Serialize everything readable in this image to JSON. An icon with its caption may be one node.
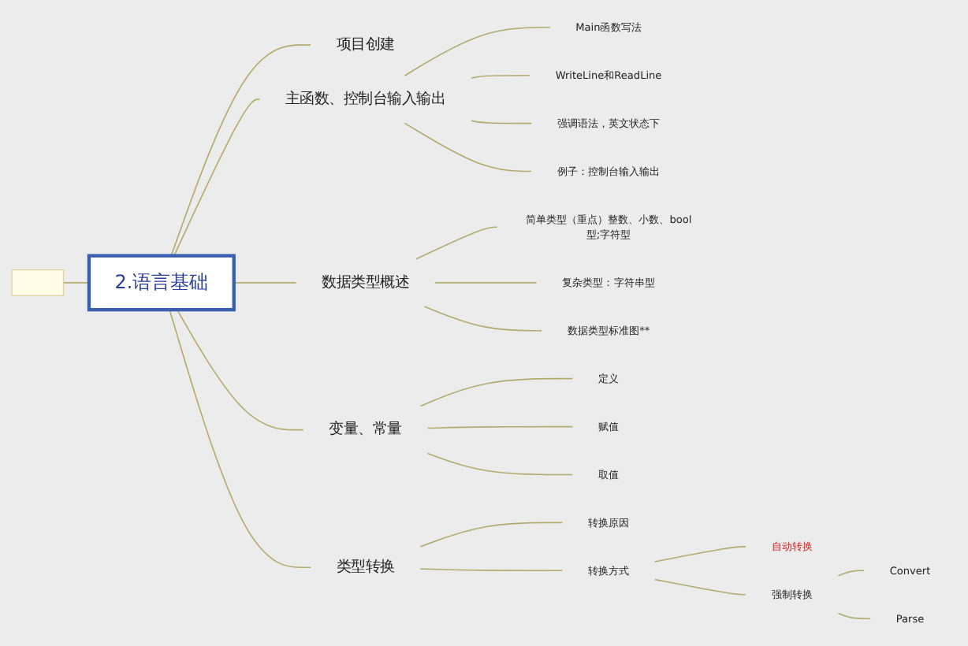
{
  "diagram": {
    "nodes": [
      {
        "text": [],
        "shape": "box"
      },
      {
        "text": [
          "2.语言基础"
        ]
      },
      {
        "text": [
          "项目创建"
        ]
      },
      {
        "text": [
          "主函数、控制台输入输出"
        ]
      },
      {
        "text": [
          "Main函数写法"
        ]
      },
      {
        "text": [
          "WriteLine和ReadLine"
        ]
      },
      {
        "text": [
          "强调语法，英文状态下"
        ]
      },
      {
        "text": [
          "例子：控制台输入输出"
        ]
      },
      {
        "text": [
          "数据类型概述"
        ]
      },
      {
        "text": [
          "简单类型（重点）整数、小数、bool型;字符型"
        ]
      },
      {
        "text": [
          "复杂类型：字符串型"
        ]
      },
      {
        "text": [
          "数据类型标准图**"
        ]
      },
      {
        "text": [
          "变量、常量"
        ]
      },
      {
        "text": [
          "定义"
        ]
      },
      {
        "text": [
          "赋值"
        ]
      },
      {
        "text": [
          "取值"
        ]
      },
      {
        "text": [
          "类型转换"
        ]
      },
      {
        "text": [
          "转换原因"
        ]
      },
      {
        "text": [
          "转换方式"
        ]
      },
      {
        "text": [
          "自动转换"
        ]
      },
      {
        "text": [
          "强制转换"
        ]
      },
      {
        "text": [
          "Convert"
        ]
      },
      {
        "text": [
          "Parse"
        ]
      }
    ],
    "edges": [
      {
        "from": 0,
        "to": 1,
        "arrow": "none"
      },
      {
        "from": 1,
        "to": 2,
        "arrow": "none"
      },
      {
        "from": 1,
        "to": 3,
        "arrow": "none"
      },
      {
        "from": 3,
        "to": 4,
        "arrow": "none"
      },
      {
        "from": 3,
        "to": 5,
        "arrow": "none"
      },
      {
        "from": 3,
        "to": 6,
        "arrow": "none"
      },
      {
        "from": 3,
        "to": 7,
        "arrow": "none"
      },
      {
        "from": 1,
        "to": 8,
        "arrow": "none"
      },
      {
        "from": 8,
        "to": 9,
        "arrow": "none"
      },
      {
        "from": 8,
        "to": 10,
        "arrow": "none"
      },
      {
        "from": 8,
        "to": 11,
        "arrow": "none"
      },
      {
        "from": 1,
        "to": 12,
        "arrow": "none"
      },
      {
        "from": 12,
        "to": 13,
        "arrow": "none"
      },
      {
        "from": 12,
        "to": 14,
        "arrow": "none"
      },
      {
        "from": 12,
        "to": 15,
        "arrow": "none"
      },
      {
        "from": 1,
        "to": 16,
        "arrow": "none"
      },
      {
        "from": 16,
        "to": 17,
        "arrow": "none"
      },
      {
        "from": 16,
        "to": 18,
        "arrow": "none"
      },
      {
        "from": 18,
        "to": 19,
        "arrow": "none"
      },
      {
        "from": 18,
        "to": 20,
        "arrow": "none"
      },
      {
        "from": 20,
        "to": 21,
        "arrow": "none"
      },
      {
        "from": 20,
        "to": 22,
        "arrow": "none"
      }
    ]
  }
}
